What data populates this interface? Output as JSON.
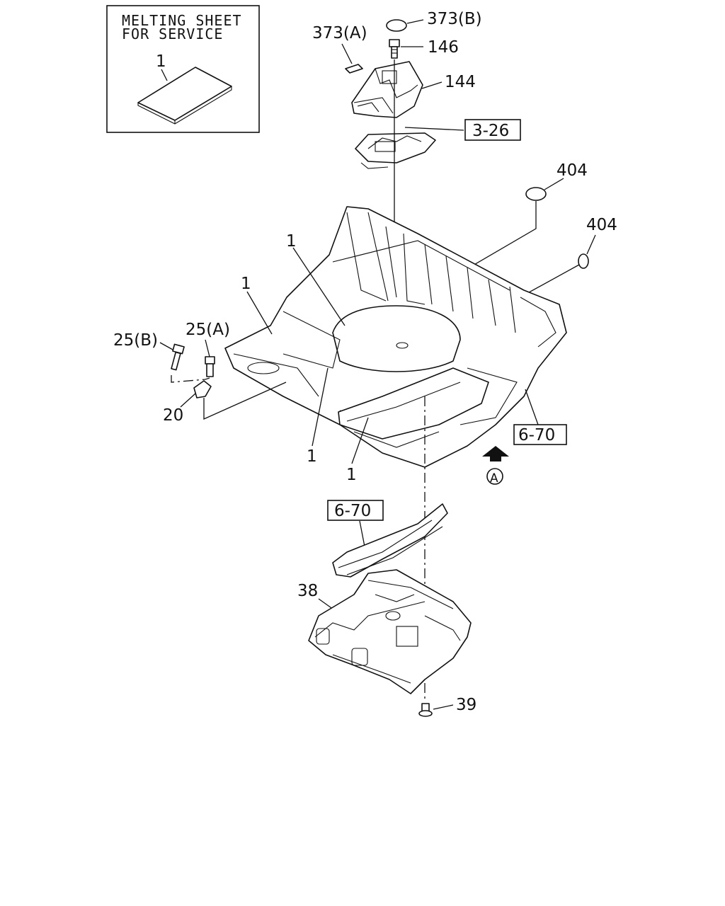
{
  "inset": {
    "line1": "MELTING SHEET",
    "line2": "FOR SERVICE",
    "part_label": "1"
  },
  "labels": {
    "p373b": "373(B)",
    "p373a": "373(A)",
    "p146": "146",
    "p144": "144",
    "ref_3_26": "3-26",
    "p404_top": "404",
    "p404_right": "404",
    "p1_top": "1",
    "p1_left": "1",
    "p25b": "25(B)",
    "p25a": "25(A)",
    "p20": "20",
    "p1_bottom_left": "1",
    "p1_bottom_mid": "1",
    "ref_6_70_right": "6-70",
    "view_a": "A",
    "ref_6_70_lower": "6-70",
    "p38": "38",
    "p39": "39"
  }
}
